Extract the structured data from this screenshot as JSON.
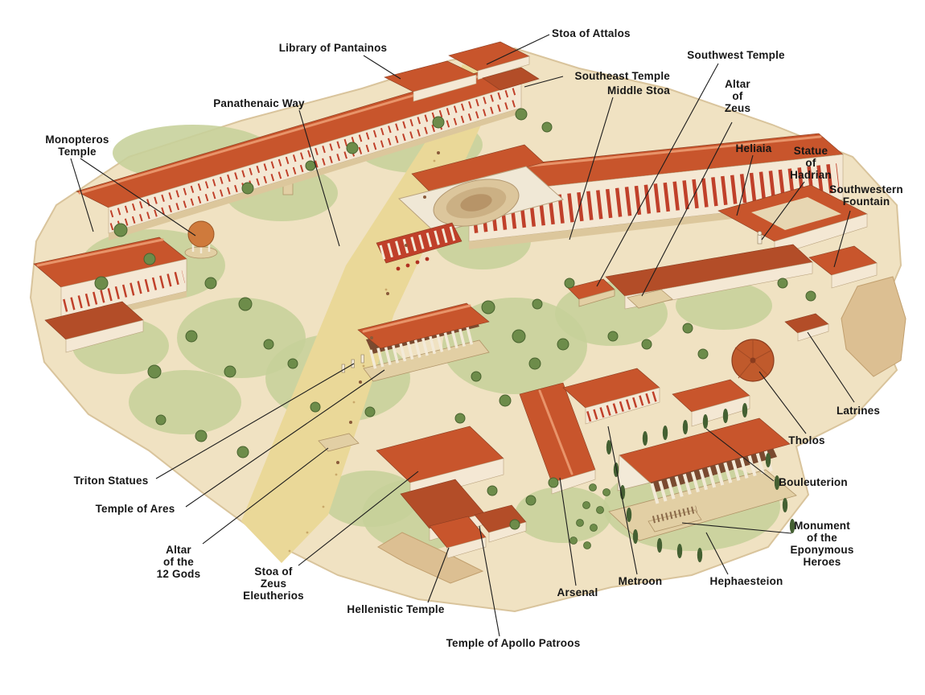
{
  "labels": {
    "stoa_of_attalos": "Stoa of Attalos",
    "library_of_pantainos": "Library of Pantainos",
    "southeast_temple": "Southeast Temple",
    "middle_stoa": "Middle Stoa",
    "southwest_temple": "Southwest Temple",
    "altar_of_zeus": "Altar\nof\nZeus",
    "heliaia": "Heliaia",
    "statue_of_hadrian": "Statue\nof\nHadrian",
    "southwestern_fountain": "Southwestern\nFountain",
    "panathenaic_way": "Panathenaic Way",
    "monopteros_temple": "Monopteros\nTemple",
    "latrines": "Latrines",
    "tholos": "Tholos",
    "bouleuterion": "Bouleuterion",
    "monument_eponymous_heroes": "Monument\nof the\nEponymous\nHeroes",
    "triton_statues": "Triton Statues",
    "temple_of_ares": "Temple of Ares",
    "altar_of_12_gods": "Altar\nof the\n12 Gods",
    "stoa_of_zeus_eleutherios": "Stoa of\nZeus\nEleutherios",
    "hellenistic_temple": "Hellenistic Temple",
    "temple_of_apollo_patroos": "Temple of Apollo Patroos",
    "arsenal": "Arsenal",
    "metroon": "Metroon",
    "hephaesteion": "Hephaesteion"
  },
  "colors": {
    "background": "#ffffff",
    "label_text": "#161616",
    "roof": "#c8552c",
    "roof_dark": "#b34d28",
    "roof_light": "#e8946a",
    "wall": "#f4e8d4",
    "stone": "#e2cfa4",
    "ground": "#f0e2c2",
    "grass": "#c6d09a",
    "path": "#ead898",
    "tree": "#6d8c4a",
    "tree_dark": "#446032",
    "column_red": "#c0402a",
    "column_white": "#f3ead8"
  }
}
